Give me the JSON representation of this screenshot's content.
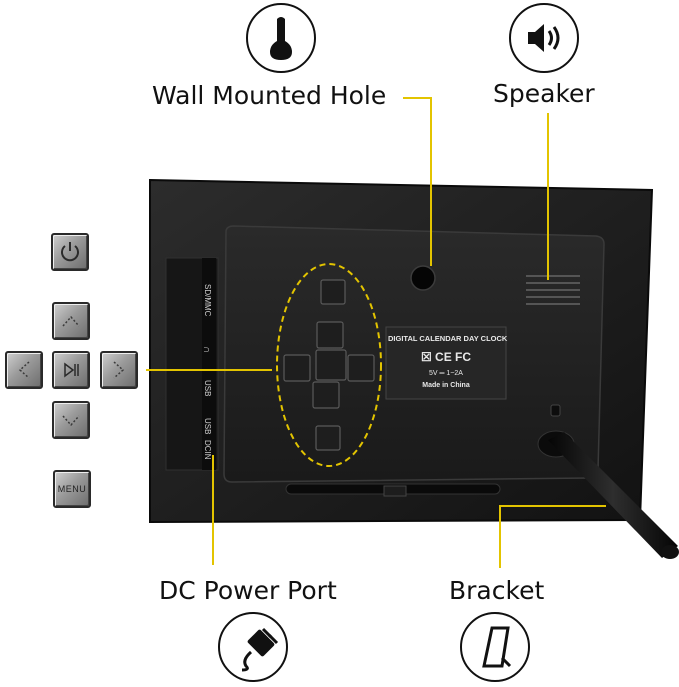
{
  "callouts": {
    "wall_hole": "Wall Mounted Hole",
    "speaker": "Speaker",
    "dc_power": "DC Power Port",
    "bracket": "Bracket"
  },
  "ports": {
    "sd_mmc": "SD/MMC",
    "audio": "∩",
    "usb1": "USB",
    "usb2": "USB",
    "dcin": "DCIN"
  },
  "device_label": {
    "title": "DIGITAL CALENDAR DAY CLOCK",
    "cert": "☒  CE  FC",
    "power": "5V ═ 1~2A",
    "origin": "Made in China"
  },
  "keys": {
    "menu": "MENU"
  },
  "colors": {
    "callout_line": "#e3c400",
    "device_body": "#1c1c1c"
  }
}
